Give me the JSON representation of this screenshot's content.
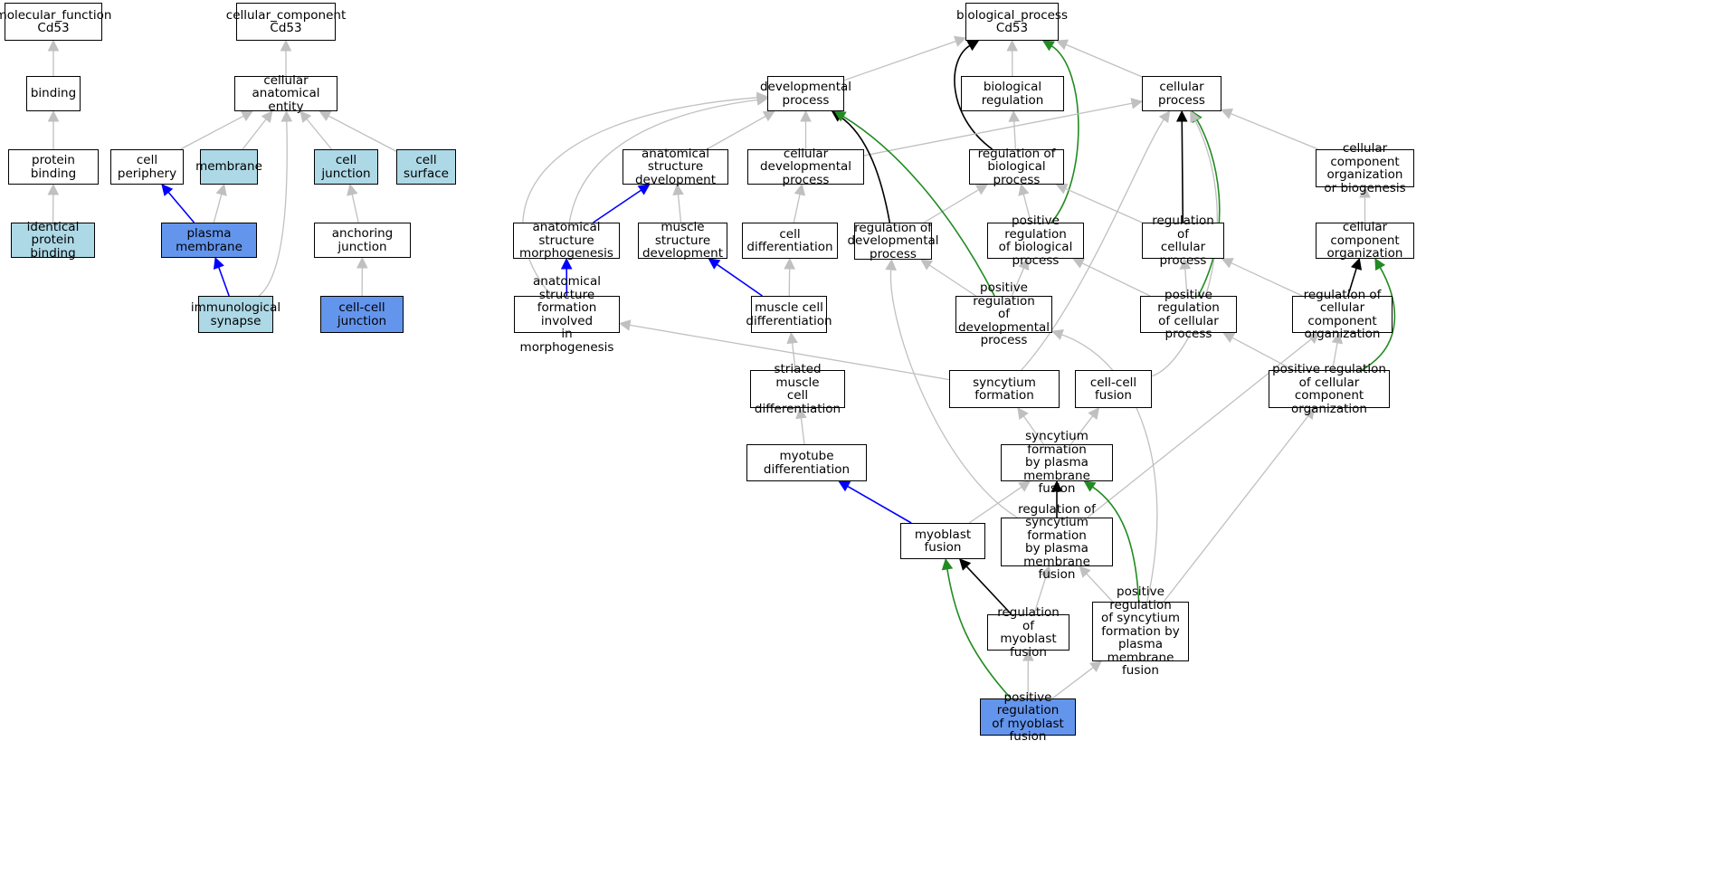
{
  "colors": {
    "box_default": "#ffffff",
    "box_light": "#add8e6",
    "box_highlight": "#6495ed",
    "edge_gray": "#c0c0c0",
    "edge_black": "#000000",
    "edge_green": "#228b22",
    "edge_blue": "#0000ff"
  },
  "nodes": {
    "mf_root": "molecular_function\nCd53",
    "binding": "binding",
    "protein_binding": "protein binding",
    "identical_protein_binding": "identical protein\nbinding",
    "cc_root": "cellular_component\nCd53",
    "cellular_anatomical_entity": "cellular anatomical\nentity",
    "cell_periphery": "cell periphery",
    "membrane": "membrane",
    "cell_junction": "cell junction",
    "cell_surface": "cell surface",
    "plasma_membrane": "plasma membrane",
    "anchoring_junction": "anchoring junction",
    "immunological_synapse": "immunological\nsynapse",
    "cell_cell_junction": "cell-cell junction",
    "bp_root": "biological_process\nCd53",
    "developmental_process": "developmental\nprocess",
    "biological_regulation": "biological regulation",
    "cellular_process": "cellular process",
    "anatomical_structure_development": "anatomical structure\ndevelopment",
    "cellular_developmental_process": "cellular developmental\nprocess",
    "regulation_of_biological_process": "regulation of\nbiological process",
    "cellular_component_organization_or_biogenesis": "cellular component\norganization\nor biogenesis",
    "anatomical_structure_morphogenesis": "anatomical structure\nmorphogenesis",
    "muscle_structure_development": "muscle structure\ndevelopment",
    "cell_differentiation": "cell differentiation",
    "regulation_of_developmental_process": "regulation of\ndevelopmental\nprocess",
    "positive_regulation_of_biological_process": "positive regulation\nof biological\nprocess",
    "regulation_of_cellular_process": "regulation of\ncellular process",
    "cellular_component_organization": "cellular component\norganization",
    "anatomical_structure_formation": "anatomical structure\nformation involved\nin morphogenesis",
    "muscle_cell_differentiation": "muscle cell\ndifferentiation",
    "positive_regulation_of_developmental_process": "positive regulation\nof developmental\nprocess",
    "positive_regulation_of_cellular_process": "positive regulation\nof cellular\nprocess",
    "regulation_of_cellular_component_organization": "regulation of\ncellular component\norganization",
    "striated_muscle_cell_differentiation": "striated muscle\ncell differentiation",
    "syncytium_formation": "syncytium formation",
    "cell_cell_fusion": "cell-cell fusion",
    "positive_regulation_of_cellular_component_organization": "positive regulation\nof cellular\ncomponent organization",
    "myotube_differentiation": "myotube differentiation",
    "syncytium_formation_by_plasma_membrane_fusion": "syncytium formation\nby plasma membrane\nfusion",
    "myoblast_fusion": "myoblast fusion",
    "regulation_of_syncytium_formation": "regulation of\nsyncytium formation\nby plasma membrane\nfusion",
    "regulation_of_myoblast_fusion": "regulation of\nmyoblast fusion",
    "positive_regulation_of_syncytium_formation": "positive regulation\nof syncytium\nformation by\nplasma membrane\nfusion",
    "positive_regulation_of_myoblast_fusion": "positive regulation\nof myoblast\nfusion"
  },
  "node_fill": {
    "identical_protein_binding": "light",
    "membrane": "light",
    "cell_junction": "light",
    "cell_surface": "light",
    "plasma_membrane": "highlight",
    "immunological_synapse": "light",
    "cell_cell_junction": "highlight",
    "positive_regulation_of_myoblast_fusion": "highlight"
  },
  "edges": [
    [
      "binding",
      "mf_root",
      "gray"
    ],
    [
      "protein_binding",
      "binding",
      "gray"
    ],
    [
      "identical_protein_binding",
      "protein_binding",
      "gray"
    ],
    [
      "cellular_anatomical_entity",
      "cc_root",
      "gray"
    ],
    [
      "cell_periphery",
      "cellular_anatomical_entity",
      "gray"
    ],
    [
      "membrane",
      "cellular_anatomical_entity",
      "gray"
    ],
    [
      "cell_junction",
      "cellular_anatomical_entity",
      "gray"
    ],
    [
      "cell_surface",
      "cellular_anatomical_entity",
      "gray"
    ],
    [
      "immunological_synapse",
      "cellular_anatomical_entity",
      "gray"
    ],
    [
      "plasma_membrane",
      "cell_periphery",
      "blue"
    ],
    [
      "plasma_membrane",
      "membrane",
      "gray"
    ],
    [
      "immunological_synapse",
      "plasma_membrane",
      "blue"
    ],
    [
      "anchoring_junction",
      "cell_junction",
      "gray"
    ],
    [
      "cell_cell_junction",
      "anchoring_junction",
      "gray"
    ],
    [
      "developmental_process",
      "bp_root",
      "gray"
    ],
    [
      "biological_regulation",
      "bp_root",
      "gray"
    ],
    [
      "cellular_process",
      "bp_root",
      "gray"
    ],
    [
      "regulation_of_biological_process",
      "bp_root",
      "black"
    ],
    [
      "positive_regulation_of_biological_process",
      "bp_root",
      "green"
    ],
    [
      "anatomical_structure_development",
      "developmental_process",
      "gray"
    ],
    [
      "cellular_developmental_process",
      "developmental_process",
      "gray"
    ],
    [
      "cellular_developmental_process",
      "cellular_process",
      "gray"
    ],
    [
      "regulation_of_biological_process",
      "biological_regulation",
      "gray"
    ],
    [
      "cellular_component_organization_or_biogenesis",
      "cellular_process",
      "gray"
    ],
    [
      "anatomical_structure_morphogenesis",
      "anatomical_structure_development",
      "blue"
    ],
    [
      "anatomical_structure_morphogenesis",
      "developmental_process",
      "gray"
    ],
    [
      "muscle_structure_development",
      "anatomical_structure_development",
      "gray"
    ],
    [
      "cell_differentiation",
      "cellular_developmental_process",
      "gray"
    ],
    [
      "regulation_of_developmental_process",
      "developmental_process",
      "black"
    ],
    [
      "regulation_of_developmental_process",
      "regulation_of_biological_process",
      "gray"
    ],
    [
      "positive_regulation_of_biological_process",
      "regulation_of_biological_process",
      "gray"
    ],
    [
      "regulation_of_cellular_process",
      "regulation_of_biological_process",
      "gray"
    ],
    [
      "regulation_of_cellular_process",
      "cellular_process",
      "black"
    ],
    [
      "cellular_component_organization",
      "cellular_component_organization_or_biogenesis",
      "gray"
    ],
    [
      "anatomical_structure_formation",
      "anatomical_structure_morphogenesis",
      "blue"
    ],
    [
      "anatomical_structure_formation",
      "developmental_process",
      "gray"
    ],
    [
      "muscle_cell_differentiation",
      "muscle_structure_development",
      "blue"
    ],
    [
      "muscle_cell_differentiation",
      "cell_differentiation",
      "gray"
    ],
    [
      "positive_regulation_of_developmental_process",
      "regulation_of_developmental_process",
      "gray"
    ],
    [
      "positive_regulation_of_developmental_process",
      "positive_regulation_of_biological_process",
      "gray"
    ],
    [
      "positive_regulation_of_developmental_process",
      "developmental_process",
      "green"
    ],
    [
      "positive_regulation_of_cellular_process",
      "positive_regulation_of_biological_process",
      "gray"
    ],
    [
      "positive_regulation_of_cellular_process",
      "regulation_of_cellular_process",
      "gray"
    ],
    [
      "positive_regulation_of_cellular_process",
      "cellular_process",
      "green"
    ],
    [
      "regulation_of_cellular_component_organization",
      "regulation_of_cellular_process",
      "gray"
    ],
    [
      "regulation_of_cellular_component_organization",
      "cellular_component_organization",
      "black"
    ],
    [
      "striated_muscle_cell_differentiation",
      "muscle_cell_differentiation",
      "gray"
    ],
    [
      "syncytium_formation",
      "anatomical_structure_formation",
      "gray"
    ],
    [
      "syncytium_formation",
      "cellular_process",
      "gray"
    ],
    [
      "cell_cell_fusion",
      "cellular_process",
      "gray"
    ],
    [
      "positive_regulation_of_cellular_component_organization",
      "regulation_of_cellular_component_organization",
      "gray"
    ],
    [
      "positive_regulation_of_cellular_component_organization",
      "positive_regulation_of_cellular_process",
      "gray"
    ],
    [
      "positive_regulation_of_cellular_component_organization",
      "cellular_component_organization",
      "green"
    ],
    [
      "myotube_differentiation",
      "striated_muscle_cell_differentiation",
      "gray"
    ],
    [
      "syncytium_formation_by_plasma_membrane_fusion",
      "syncytium_formation",
      "gray"
    ],
    [
      "syncytium_formation_by_plasma_membrane_fusion",
      "cell_cell_fusion",
      "gray"
    ],
    [
      "myoblast_fusion",
      "myotube_differentiation",
      "blue"
    ],
    [
      "myoblast_fusion",
      "syncytium_formation_by_plasma_membrane_fusion",
      "gray"
    ],
    [
      "regulation_of_syncytium_formation",
      "syncytium_formation_by_plasma_membrane_fusion",
      "black"
    ],
    [
      "regulation_of_syncytium_formation",
      "regulation_of_developmental_process",
      "gray"
    ],
    [
      "regulation_of_syncytium_formation",
      "regulation_of_cellular_component_organization",
      "gray"
    ],
    [
      "regulation_of_myoblast_fusion",
      "myoblast_fusion",
      "black"
    ],
    [
      "regulation_of_myoblast_fusion",
      "regulation_of_syncytium_formation",
      "gray"
    ],
    [
      "positive_regulation_of_syncytium_formation",
      "regulation_of_syncytium_formation",
      "gray"
    ],
    [
      "positive_regulation_of_syncytium_formation",
      "syncytium_formation_by_plasma_membrane_fusion",
      "green"
    ],
    [
      "positive_regulation_of_syncytium_formation",
      "positive_regulation_of_developmental_process",
      "gray"
    ],
    [
      "positive_regulation_of_syncytium_formation",
      "positive_regulation_of_cellular_component_organization",
      "gray"
    ],
    [
      "positive_regulation_of_myoblast_fusion",
      "regulation_of_myoblast_fusion",
      "gray"
    ],
    [
      "positive_regulation_of_myoblast_fusion",
      "positive_regulation_of_syncytium_formation",
      "gray"
    ],
    [
      "positive_regulation_of_myoblast_fusion",
      "myoblast_fusion",
      "green"
    ]
  ]
}
